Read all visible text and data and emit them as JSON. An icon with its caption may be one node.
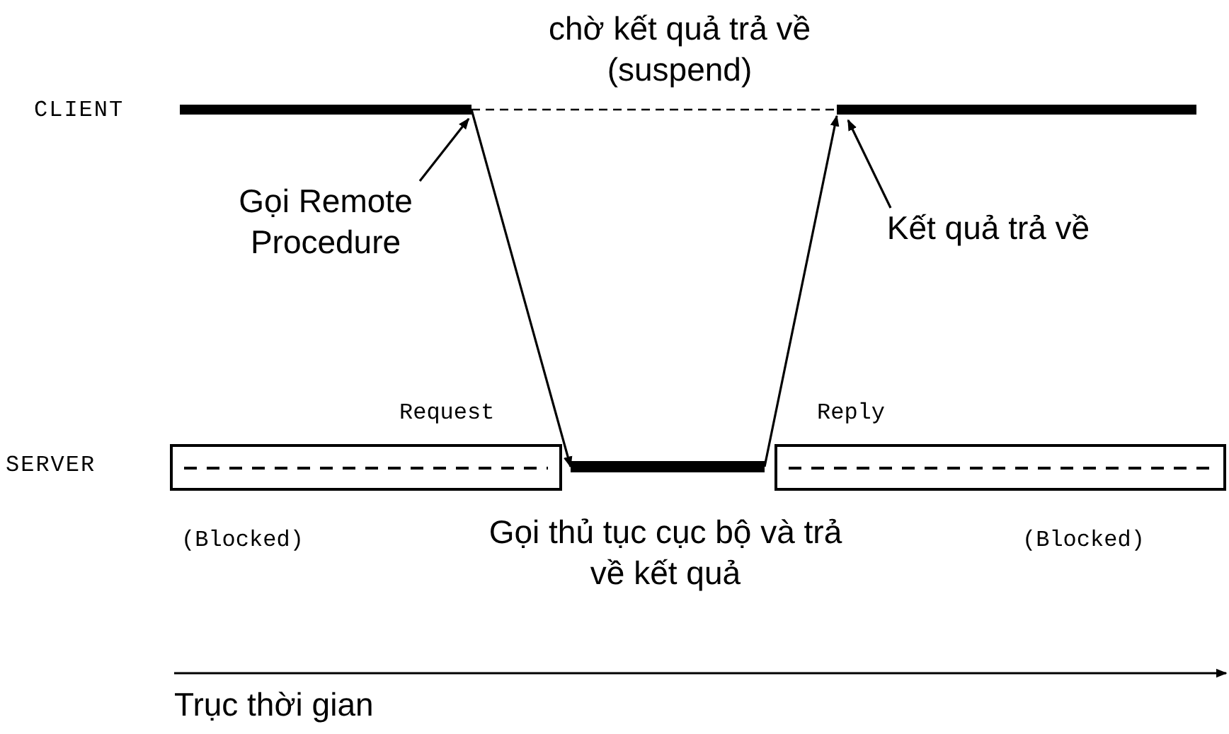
{
  "diagram": {
    "nodes": [
      {
        "text": [],
        "shape": "bar"
      },
      {
        "text": [],
        "shape": "bar"
      },
      {
        "text": [],
        "shape": "box",
        "beside": [
          "(Blocked)"
        ]
      },
      {
        "text": [],
        "shape": "bar",
        "beside": [
          "Gọi thủ tục cục bộ và trả về kết quả"
        ]
      },
      {
        "text": [],
        "shape": "box",
        "beside": [
          "(Blocked)"
        ]
      },
      {
        "text": [
          "Gọi Remote Procedure"
        ]
      },
      {
        "text": [
          "Kết quả trả về"
        ]
      }
    ],
    "edges": [
      {
        "from": 0,
        "to": 3,
        "arrow": "to",
        "label": "Request"
      },
      {
        "from": 3,
        "to": 1,
        "arrow": "to",
        "label": "Reply"
      },
      {
        "from": 0,
        "to": 1,
        "arrow": "none",
        "style": "dashed",
        "label": "chờ kết quả trả về (suspend)"
      },
      {
        "from": 5,
        "to": 0,
        "arrow": "to"
      },
      {
        "from": 6,
        "to": 1,
        "arrow": "to"
      }
    ],
    "labels": [
      "CLIENT",
      "SERVER",
      "Trục thời gian"
    ]
  }
}
